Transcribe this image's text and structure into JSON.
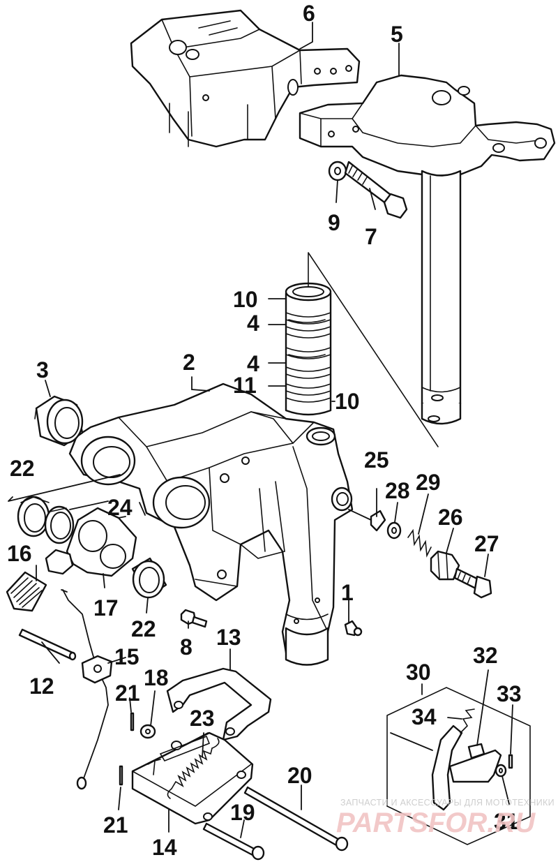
{
  "callouts": {
    "c1": "1",
    "c2": "2",
    "c3": "3",
    "c4a": "4",
    "c4b": "4",
    "c5": "5",
    "c6": "6",
    "c7": "7",
    "c8": "8",
    "c9": "9",
    "c10a": "10",
    "c10b": "10",
    "c11": "11",
    "c12": "12",
    "c13": "13",
    "c14": "14",
    "c15": "15",
    "c16": "16",
    "c17": "17",
    "c18": "18",
    "c19": "19",
    "c20": "20",
    "c21a": "21",
    "c21b": "21",
    "c22a": "22",
    "c22b": "22",
    "c23": "23",
    "c24": "24",
    "c25": "25",
    "c26": "26",
    "c27": "27",
    "c28": "28",
    "c29": "29",
    "c30": "30",
    "c31": "31",
    "c32": "32",
    "c33": "33",
    "c34": "34"
  },
  "watermark": {
    "text": "ЗАПЧАСТИ И АКСЕССУАРЫ ДЛЯ МОТОТЕХНИКИ",
    "logo": "PARTSFOR.RU",
    "color": "#e08a8a"
  }
}
